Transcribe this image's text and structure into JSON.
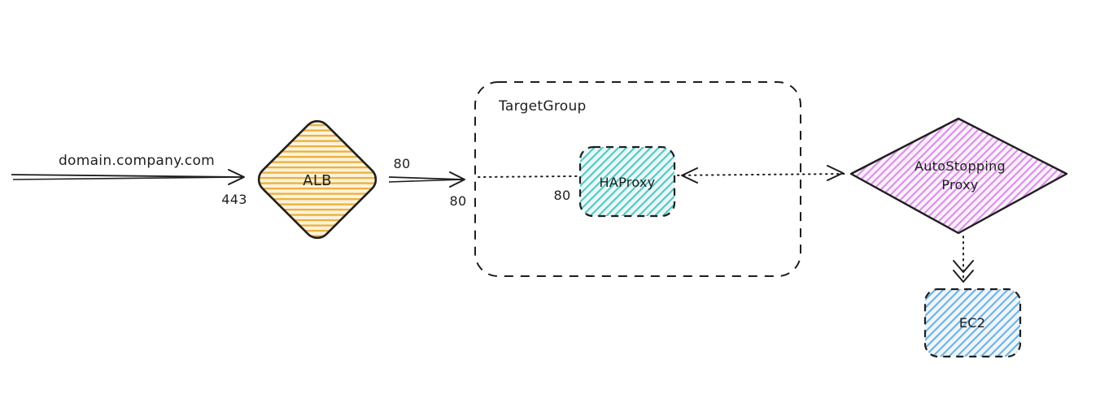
{
  "diagram": {
    "background_color": "#ffffff",
    "outline_color": "#1e1e1e",
    "ingress": {
      "label": "domain.company.com",
      "port": "443"
    },
    "alb": {
      "label": "ALB",
      "hatch_color": "#eab041"
    },
    "alb_to_targetgroup": {
      "port_at_alb": "80",
      "port_at_targetgroup": "80"
    },
    "target_group": {
      "label": "TargetGroup"
    },
    "haproxy": {
      "label": "HAProxy",
      "port": "80",
      "hatch_color": "#52c7c3"
    },
    "autostopping_proxy": {
      "label_line1": "AutoStopping",
      "label_line2": "Proxy",
      "hatch_color": "#da8fe8"
    },
    "ec2": {
      "label": "EC2",
      "hatch_color": "#6fb1e0"
    }
  }
}
